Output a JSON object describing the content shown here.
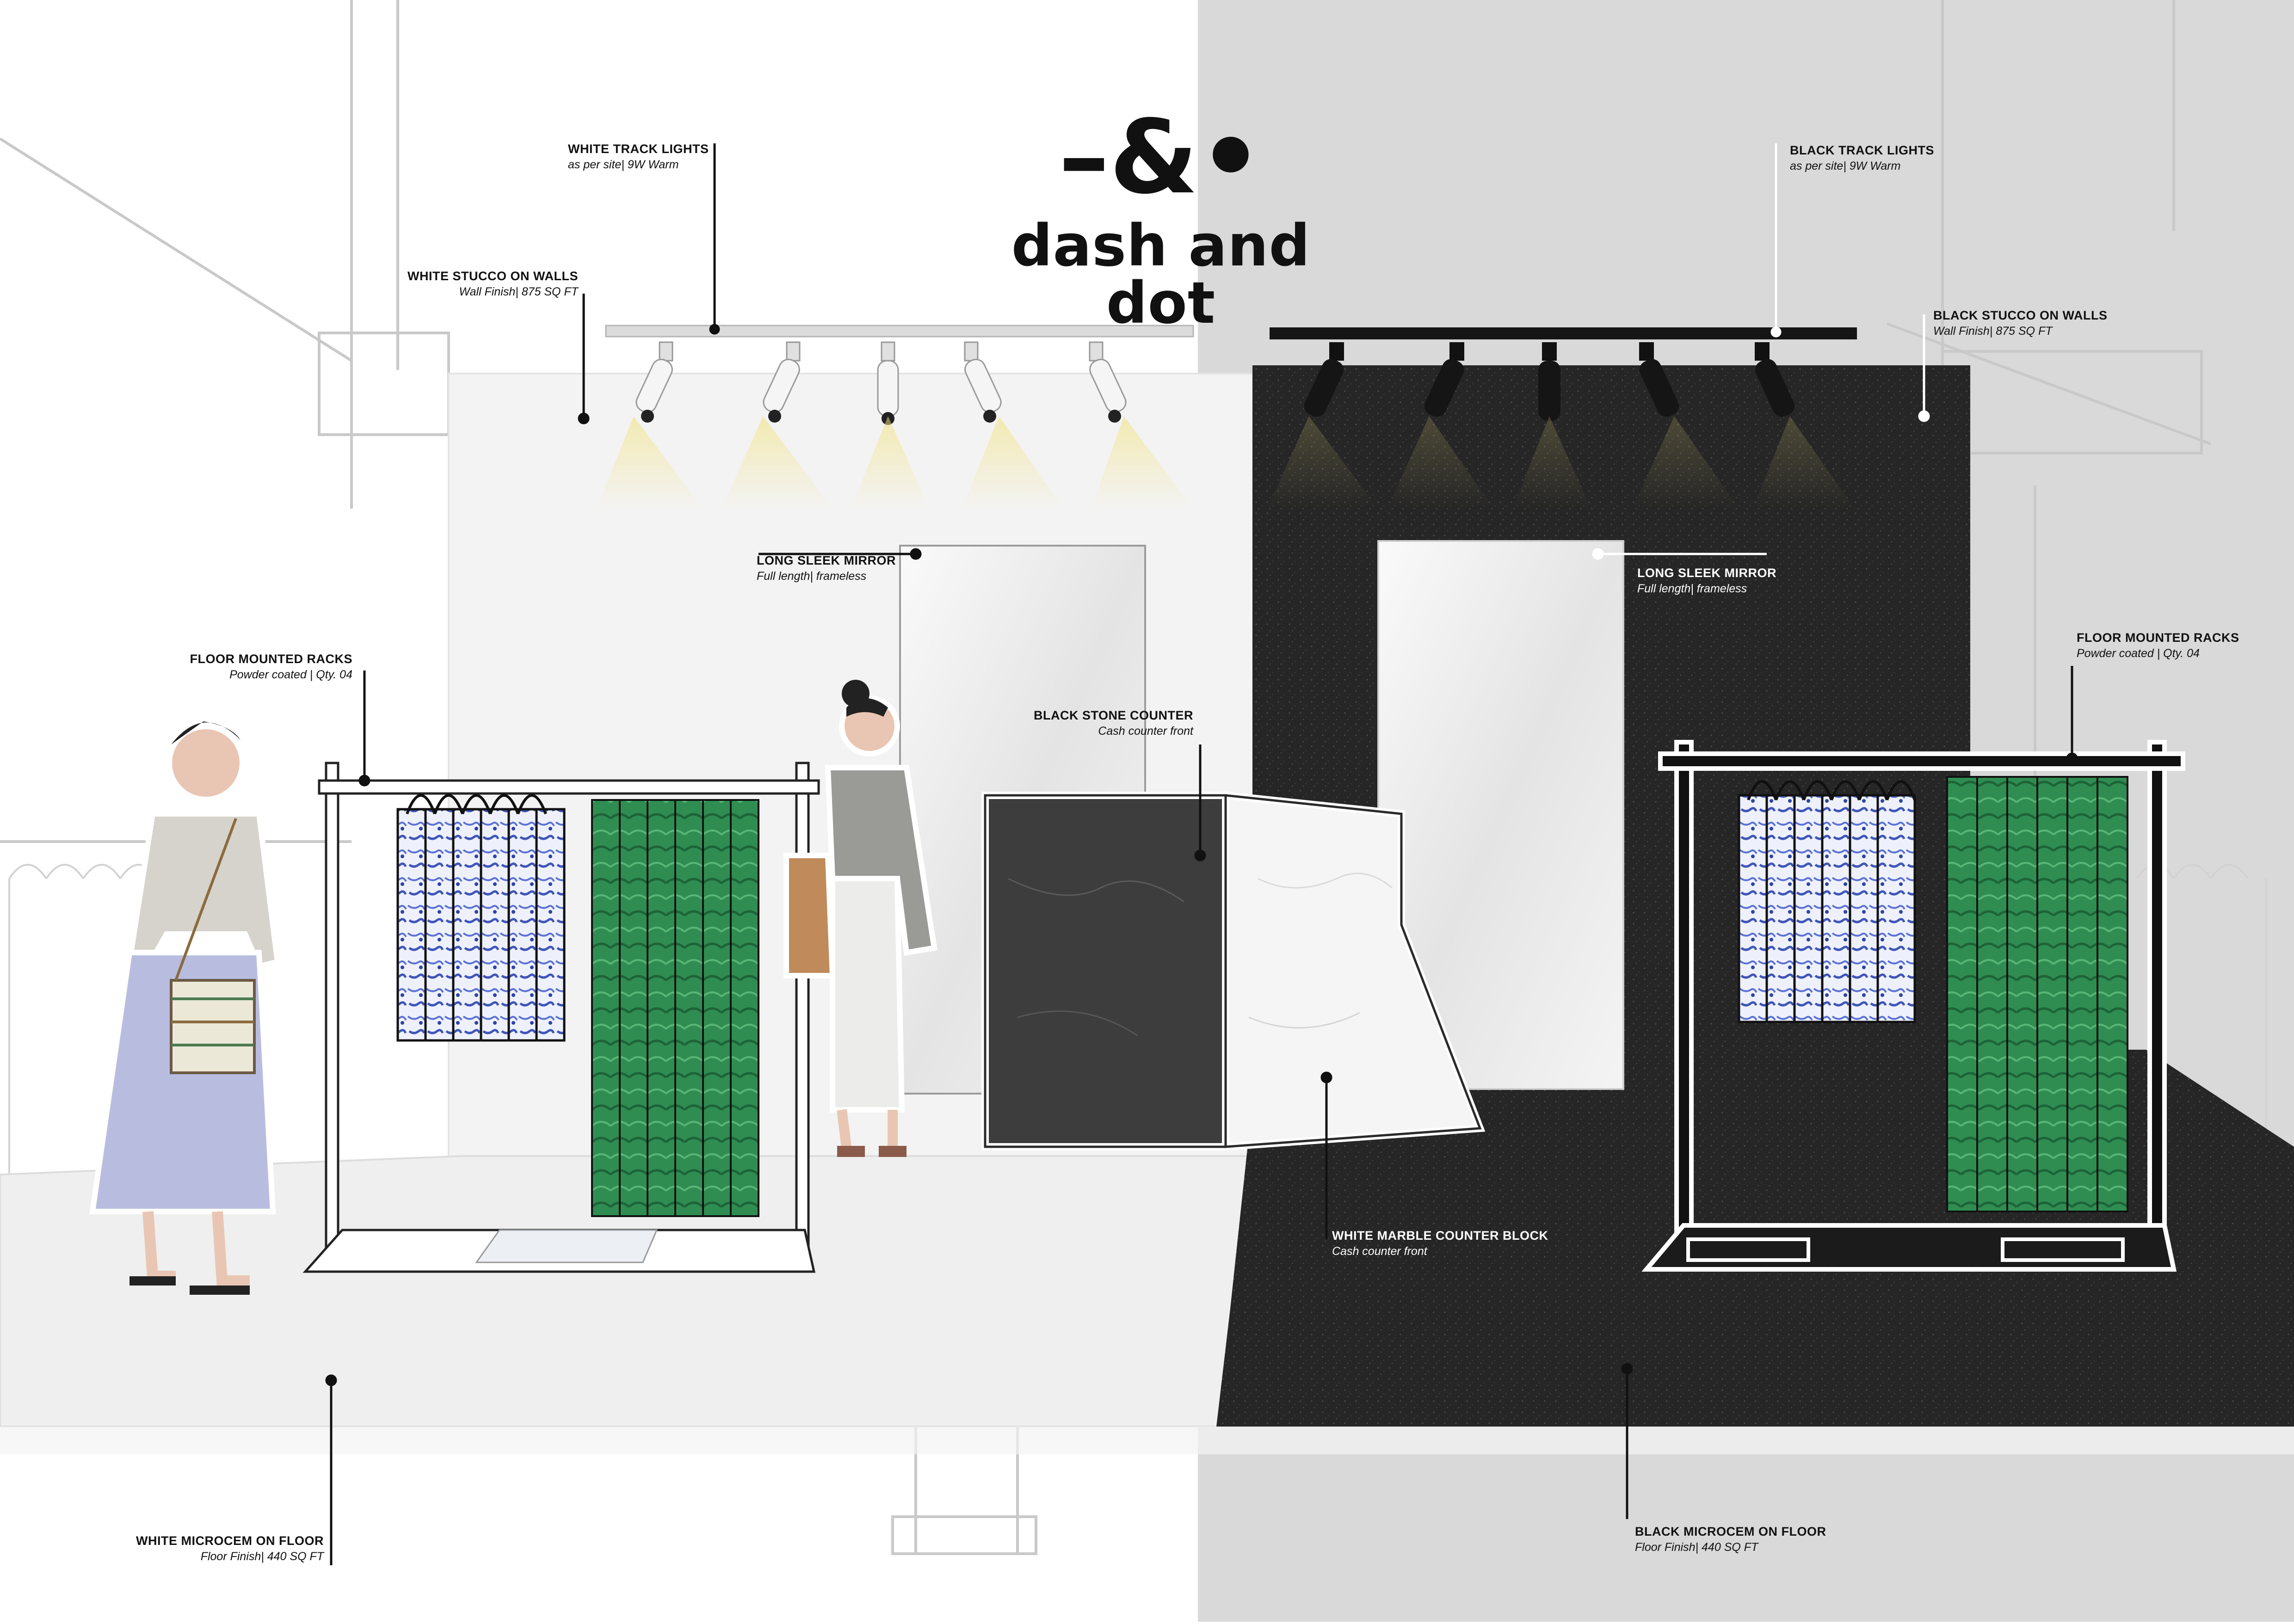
{
  "brand": {
    "mark": "–&•",
    "name": "dash and dot"
  },
  "labels": {
    "white_track_lights": {
      "title": "WHITE TRACK LIGHTS",
      "sub": "as per site| 9W Warm"
    },
    "white_stucco": {
      "title": "WHITE STUCCO ON WALLS",
      "sub": "Wall Finish| 875 SQ FT"
    },
    "black_track_lights": {
      "title": "BLACK TRACK LIGHTS",
      "sub": "as per site| 9W Warm"
    },
    "black_stucco": {
      "title": "BLACK STUCCO ON WALLS",
      "sub": "Wall Finish| 875 SQ FT"
    },
    "mirror_left": {
      "title": "LONG SLEEK MIRROR",
      "sub": "Full length| frameless"
    },
    "mirror_right": {
      "title": "LONG SLEEK MIRROR",
      "sub": "Full length| frameless"
    },
    "racks_left": {
      "title": "FLOOR MOUNTED RACKS",
      "sub": "Powder coated | Qty. 04"
    },
    "racks_right": {
      "title": "FLOOR MOUNTED RACKS",
      "sub": "Powder coated | Qty. 04"
    },
    "black_counter": {
      "title": "BLACK STONE COUNTER",
      "sub": "Cash counter front"
    },
    "white_counter": {
      "title": "WHITE MARBLE COUNTER BLOCK",
      "sub": "Cash counter front"
    },
    "white_floor": {
      "title": "WHITE MICROCEM ON FLOOR",
      "sub": "Floor Finish| 440 SQ FT"
    },
    "black_floor": {
      "title": "BLACK MICROCEM ON FLOOR",
      "sub": "Floor Finish| 440 SQ FT"
    }
  },
  "colors": {
    "white_wall": "#f3f3f3",
    "black_wall": "#262626",
    "light_glow": "#f2e27a",
    "shirt_blue": "#4d63c7",
    "dress_green": "#2e8b4f",
    "marble_white": "#f5f5f5",
    "stone_black": "#3d3d3d",
    "backdrop_right": "#d9d9d9"
  }
}
